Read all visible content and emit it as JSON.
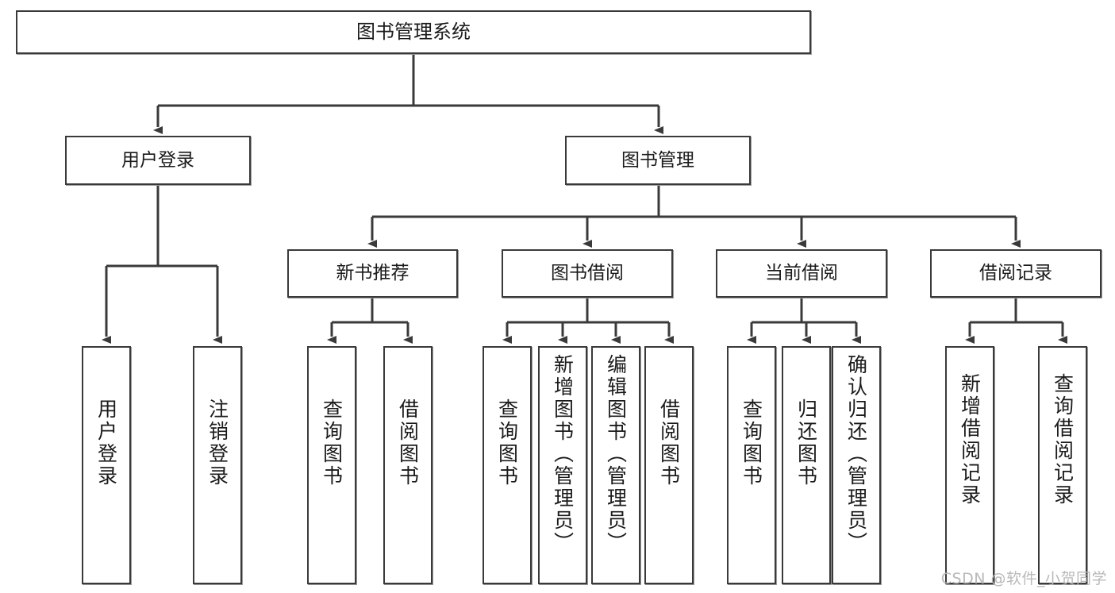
{
  "diagram": {
    "type": "tree-hierarchy",
    "title": "图书管理系统",
    "root": {
      "id": "root",
      "label": "图书管理系统",
      "orientation": "horizontal"
    },
    "level2": [
      {
        "id": "user-login",
        "label": "用户登录",
        "orientation": "horizontal"
      },
      {
        "id": "book-management",
        "label": "图书管理",
        "orientation": "horizontal"
      }
    ],
    "level3": [
      {
        "id": "new-book-recommend",
        "label": "新书推荐",
        "parent": "book-management",
        "orientation": "horizontal"
      },
      {
        "id": "book-borrow",
        "label": "图书借阅",
        "parent": "book-management",
        "orientation": "horizontal"
      },
      {
        "id": "current-borrow",
        "label": "当前借阅",
        "parent": "book-management",
        "orientation": "horizontal"
      },
      {
        "id": "borrow-record",
        "label": "借阅记录",
        "parent": "book-management",
        "orientation": "horizontal"
      }
    ],
    "leaves": [
      {
        "id": "leaf-user-login",
        "label": "用户登录",
        "parent": "user-login",
        "orientation": "vertical"
      },
      {
        "id": "leaf-logout-login",
        "label": "注销登录",
        "parent": "user-login",
        "orientation": "vertical"
      },
      {
        "id": "leaf-query-book-1",
        "label": "查询图书",
        "parent": "new-book-recommend",
        "orientation": "vertical"
      },
      {
        "id": "leaf-borrow-book-1",
        "label": "借阅图书",
        "parent": "new-book-recommend",
        "orientation": "vertical"
      },
      {
        "id": "leaf-query-book-2",
        "label": "查询图书",
        "parent": "book-borrow",
        "orientation": "vertical"
      },
      {
        "id": "leaf-add-book",
        "label": "新增图书（管理员）",
        "parent": "book-borrow",
        "orientation": "vertical"
      },
      {
        "id": "leaf-edit-book",
        "label": "编辑图书（管理员）",
        "parent": "book-borrow",
        "orientation": "vertical"
      },
      {
        "id": "leaf-borrow-book-2",
        "label": "借阅图书",
        "parent": "book-borrow",
        "orientation": "vertical"
      },
      {
        "id": "leaf-query-book-3",
        "label": "查询图书",
        "parent": "current-borrow",
        "orientation": "vertical"
      },
      {
        "id": "leaf-return-book",
        "label": "归还图书",
        "parent": "current-borrow",
        "orientation": "vertical"
      },
      {
        "id": "leaf-confirm-return",
        "label": "确认归还（管理员）",
        "parent": "current-borrow",
        "orientation": "vertical"
      },
      {
        "id": "leaf-add-borrow-record",
        "label": "新增借阅记录",
        "parent": "borrow-record",
        "orientation": "vertical"
      },
      {
        "id": "leaf-query-borrow-record",
        "label": "查询借阅记录",
        "parent": "borrow-record",
        "orientation": "vertical"
      }
    ],
    "colors": {
      "border": "#3a3a3a",
      "text": "#1b1b1b",
      "background": "#ffffff",
      "connector": "#3a3a3a",
      "watermark": "#b9b9b9"
    }
  },
  "watermark": {
    "text": "CSDN @软件_小贺同学"
  }
}
